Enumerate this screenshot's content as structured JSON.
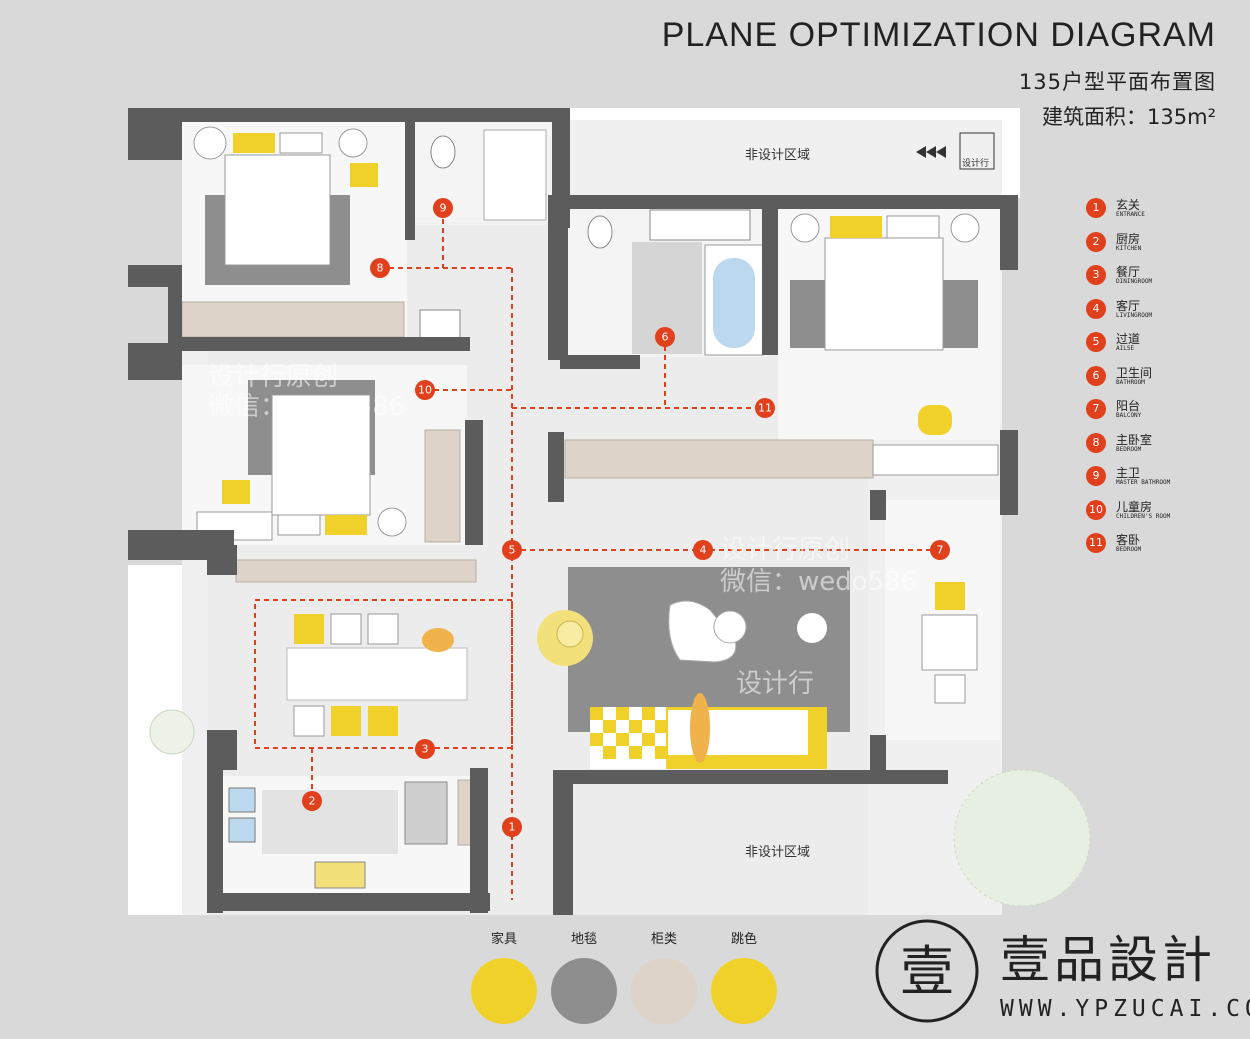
{
  "header": {
    "title": "PLANE OPTIMIZATION DIAGRAM",
    "subtitle": "135户型平面布置图",
    "area_label": "建筑面积：135m²"
  },
  "plan": {
    "non_design_top": "非设计区域",
    "non_design_bottom": "非设计区域",
    "small_logo": "设计行",
    "watermark_1": "设计行原创",
    "watermark_2": "微信：wedo586",
    "watermark_3": "设计行原创",
    "watermark_4": "微信：wedo586",
    "watermark_5": "设计行",
    "markers": [
      "1",
      "2",
      "3",
      "4",
      "5",
      "6",
      "7",
      "8",
      "9",
      "10",
      "11"
    ]
  },
  "legend": [
    {
      "num": "1",
      "zh": "玄关",
      "en": "ENTRANCE"
    },
    {
      "num": "2",
      "zh": "厨房",
      "en": "KITCHEN"
    },
    {
      "num": "3",
      "zh": "餐厅",
      "en": "DININGROOM"
    },
    {
      "num": "4",
      "zh": "客厅",
      "en": "LIVINGROOM"
    },
    {
      "num": "5",
      "zh": "过道",
      "en": "AILSE"
    },
    {
      "num": "6",
      "zh": "卫生间",
      "en": "BATHROOM"
    },
    {
      "num": "7",
      "zh": "阳台",
      "en": "BALCONY"
    },
    {
      "num": "8",
      "zh": "主卧室",
      "en": "BEDROOM"
    },
    {
      "num": "9",
      "zh": "主卫",
      "en": "MASTER BATHROOM"
    },
    {
      "num": "10",
      "zh": "儿童房",
      "en": "CHILDREN'S ROOM"
    },
    {
      "num": "11",
      "zh": "客卧",
      "en": "BEDROOM"
    }
  ],
  "swatches": [
    {
      "label": "家具",
      "color": "#f0d12a"
    },
    {
      "label": "地毯",
      "color": "#8e8e8e"
    },
    {
      "label": "柜类",
      "color": "#ddd3c8"
    },
    {
      "label": "跳色",
      "color": "#f0d12a"
    }
  ],
  "brand": {
    "name": "壹品設計",
    "url": "WWW.YPZUCAI.COM",
    "seal_char": "壹"
  },
  "colors": {
    "wall": "#5c5c5c",
    "floor": "#f2f2f2",
    "rug": "#8e8e8e",
    "furniture": "#f0d12a",
    "cabinet": "#ddd3c8",
    "marker": "#e0401c"
  }
}
